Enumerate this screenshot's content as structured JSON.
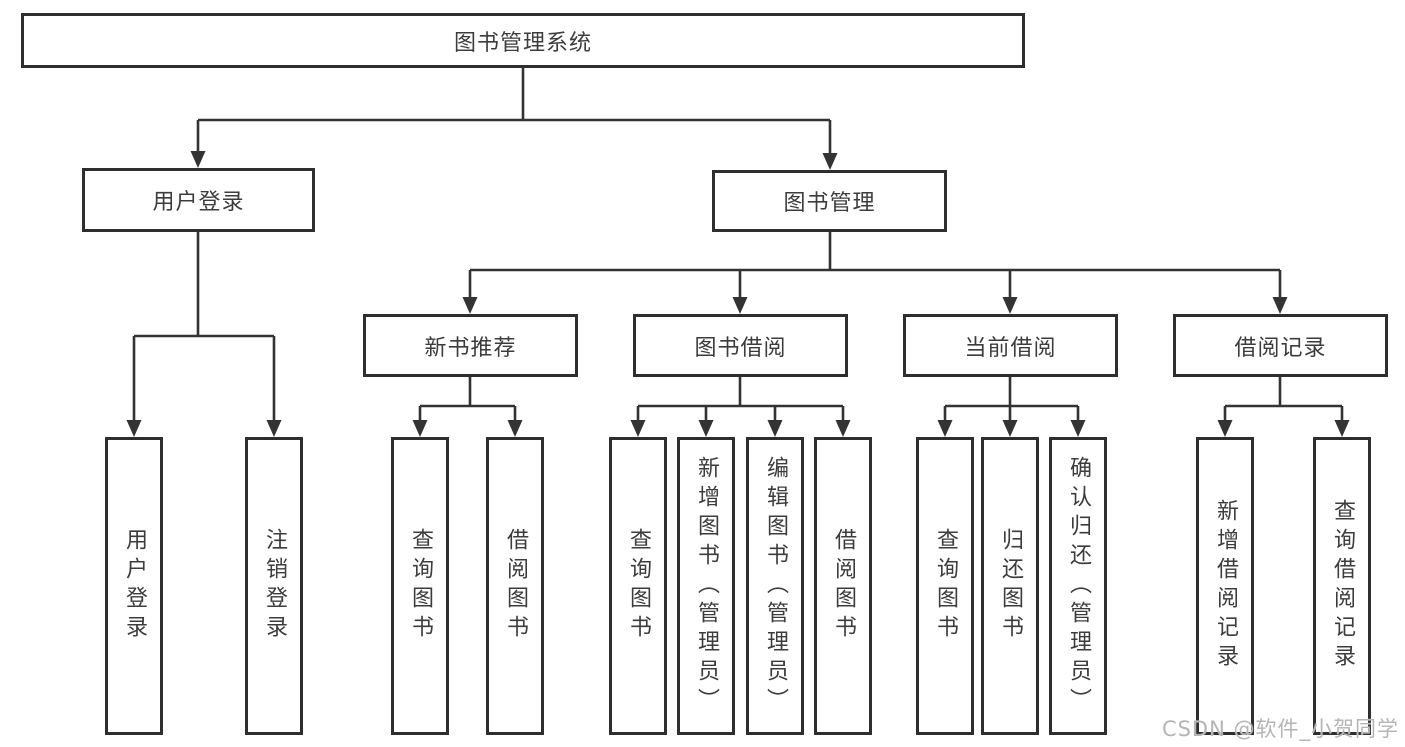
{
  "diagram": {
    "root": "图书管理系统",
    "children": [
      {
        "label": "用户登录",
        "children": [
          {
            "label": "用户登录"
          },
          {
            "label": "注销登录"
          }
        ]
      },
      {
        "label": "图书管理",
        "children": [
          {
            "label": "新书推荐",
            "children": [
              {
                "label": "查询图书"
              },
              {
                "label": "借阅图书"
              }
            ]
          },
          {
            "label": "图书借阅",
            "children": [
              {
                "label": "查询图书"
              },
              {
                "label": "新增图书（管理员）"
              },
              {
                "label": "编辑图书（管理员）"
              },
              {
                "label": "借阅图书"
              }
            ]
          },
          {
            "label": "当前借阅",
            "children": [
              {
                "label": "查询图书"
              },
              {
                "label": "归还图书"
              },
              {
                "label": "确认归还（管理员）"
              }
            ]
          },
          {
            "label": "借阅记录",
            "children": [
              {
                "label": "新增借阅记录"
              },
              {
                "label": "查询借阅记录"
              }
            ]
          }
        ]
      }
    ],
    "watermark": "CSDN @软件_小贺同学",
    "colors": {
      "line": "#333333",
      "box_border": "#2e2e2e",
      "text": "#3c3c3c",
      "watermark": "#b5b5b5",
      "background": "#ffffff"
    }
  }
}
